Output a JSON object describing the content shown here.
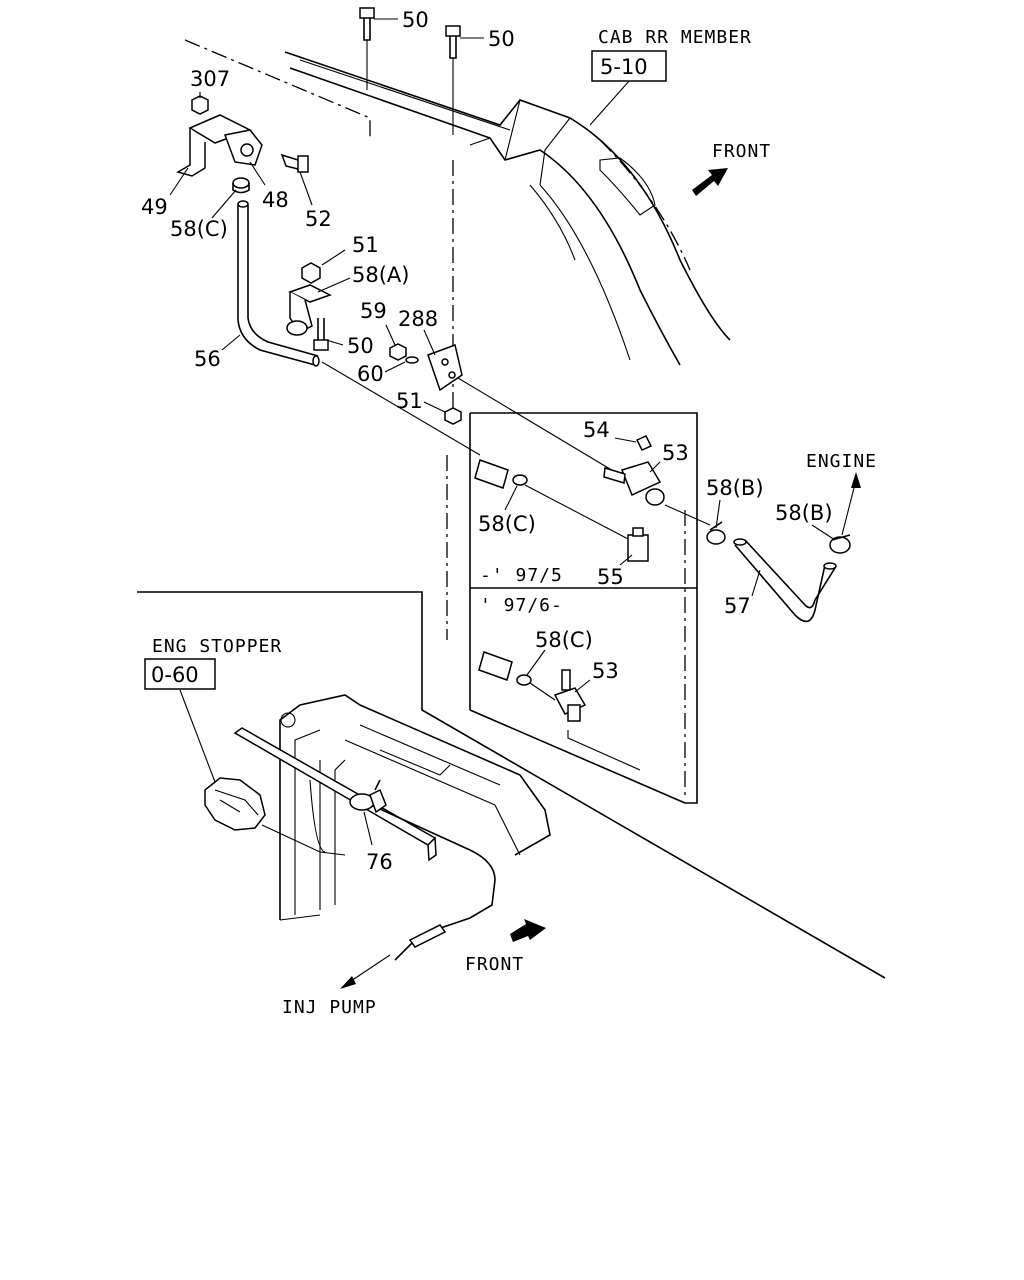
{
  "refs": {
    "cab_rr_member": {
      "title": "CAB RR MEMBER",
      "code": "5-10"
    },
    "eng_stopper": {
      "title": "ENG STOPPER",
      "code": "0-60"
    }
  },
  "directions": {
    "front_top": "FRONT",
    "front_bottom": "FRONT",
    "engine": "ENGINE",
    "inj_pump": "INJ PUMP"
  },
  "ranges": {
    "upto": "-' 97/5",
    "from": "' 97/6-"
  },
  "callouts": {
    "p50_a": "50",
    "p50_b": "50",
    "p50_c": "50",
    "p307": "307",
    "p49": "49",
    "p48": "48",
    "p52": "52",
    "p58c_a": "58(C)",
    "p51_a": "51",
    "p58a": "58(A)",
    "p59": "59",
    "p288": "288",
    "p56": "56",
    "p60": "60",
    "p51_b": "51",
    "p54": "54",
    "p53_a": "53",
    "p58b_a": "58(B)",
    "p58b_b": "58(B)",
    "p58c_b": "58(C)",
    "p55": "55",
    "p57": "57",
    "p58c_c": "58(C)",
    "p53_b": "53",
    "p76": "76"
  }
}
